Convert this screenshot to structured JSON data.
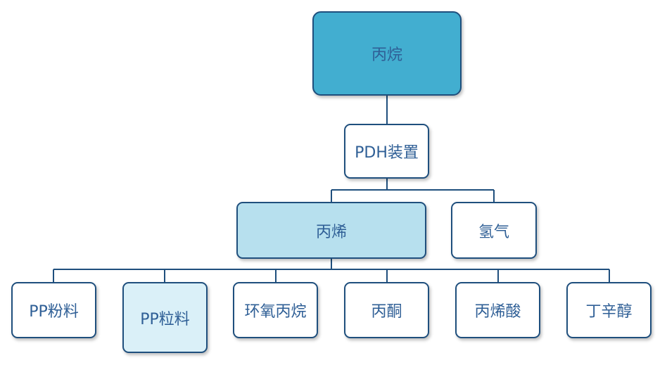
{
  "colors": {
    "line": "#1f4f7d",
    "text": "#2f5f96",
    "root_fill": "#42aed0",
    "level2_fill": "#b7e0ee",
    "highlight_fill": "#daf0f8",
    "default_fill": "#ffffff"
  },
  "nodes": {
    "root": "丙烷",
    "pdh": "PDH装置",
    "propylene": "丙烯",
    "hydrogen": "氢气",
    "pp_powder": "PP粉料",
    "pp_pellet": "PP粒料",
    "propylene_oxide": "环氧丙烷",
    "acetone": "丙酮",
    "acrylic_acid": "丙烯酸",
    "octanol": "丁辛醇"
  }
}
